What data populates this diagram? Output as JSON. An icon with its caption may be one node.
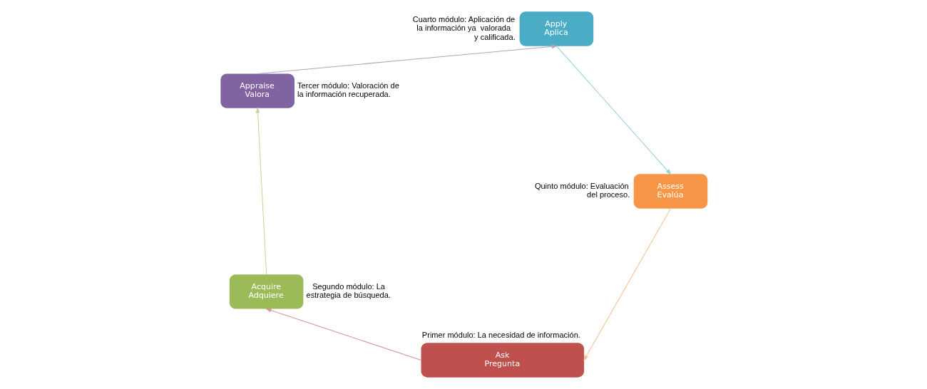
{
  "diagram": {
    "nodes": [
      {
        "text": [
          "Ask",
          "Pregunta"
        ],
        "beside": [
          "Primer módulo: La necesidad de información."
        ]
      },
      {
        "text": [
          "Acquire",
          "Adquiere"
        ],
        "beside": [
          "Segundo módulo: La estrategia de búsqueda."
        ]
      },
      {
        "text": [
          "Appraise",
          "Valora"
        ],
        "beside": [
          "Tercer módulo: Valoración de la información recuperada."
        ]
      },
      {
        "text": [
          "Apply",
          "Aplica"
        ],
        "beside": [
          "Cuarto módulo: Aplicación de la información ya  valorada y calificada."
        ]
      },
      {
        "text": [
          "Assess",
          "Evalúa"
        ],
        "beside": [
          "Quinto módulo: Evaluación del proceso."
        ]
      }
    ],
    "edges": [
      {
        "from": 0,
        "to": 1,
        "arrow": "to",
        "color": "#d99694"
      },
      {
        "from": 1,
        "to": 2,
        "arrow": "to",
        "color": "#c3d69b"
      },
      {
        "from": 2,
        "to": 3,
        "arrow": "to",
        "color": "#b3a2c7"
      },
      {
        "from": 3,
        "to": 4,
        "arrow": "to",
        "color": "#93cddd"
      },
      {
        "from": 4,
        "to": 0,
        "arrow": "to",
        "color": "#fac090"
      }
    ]
  }
}
